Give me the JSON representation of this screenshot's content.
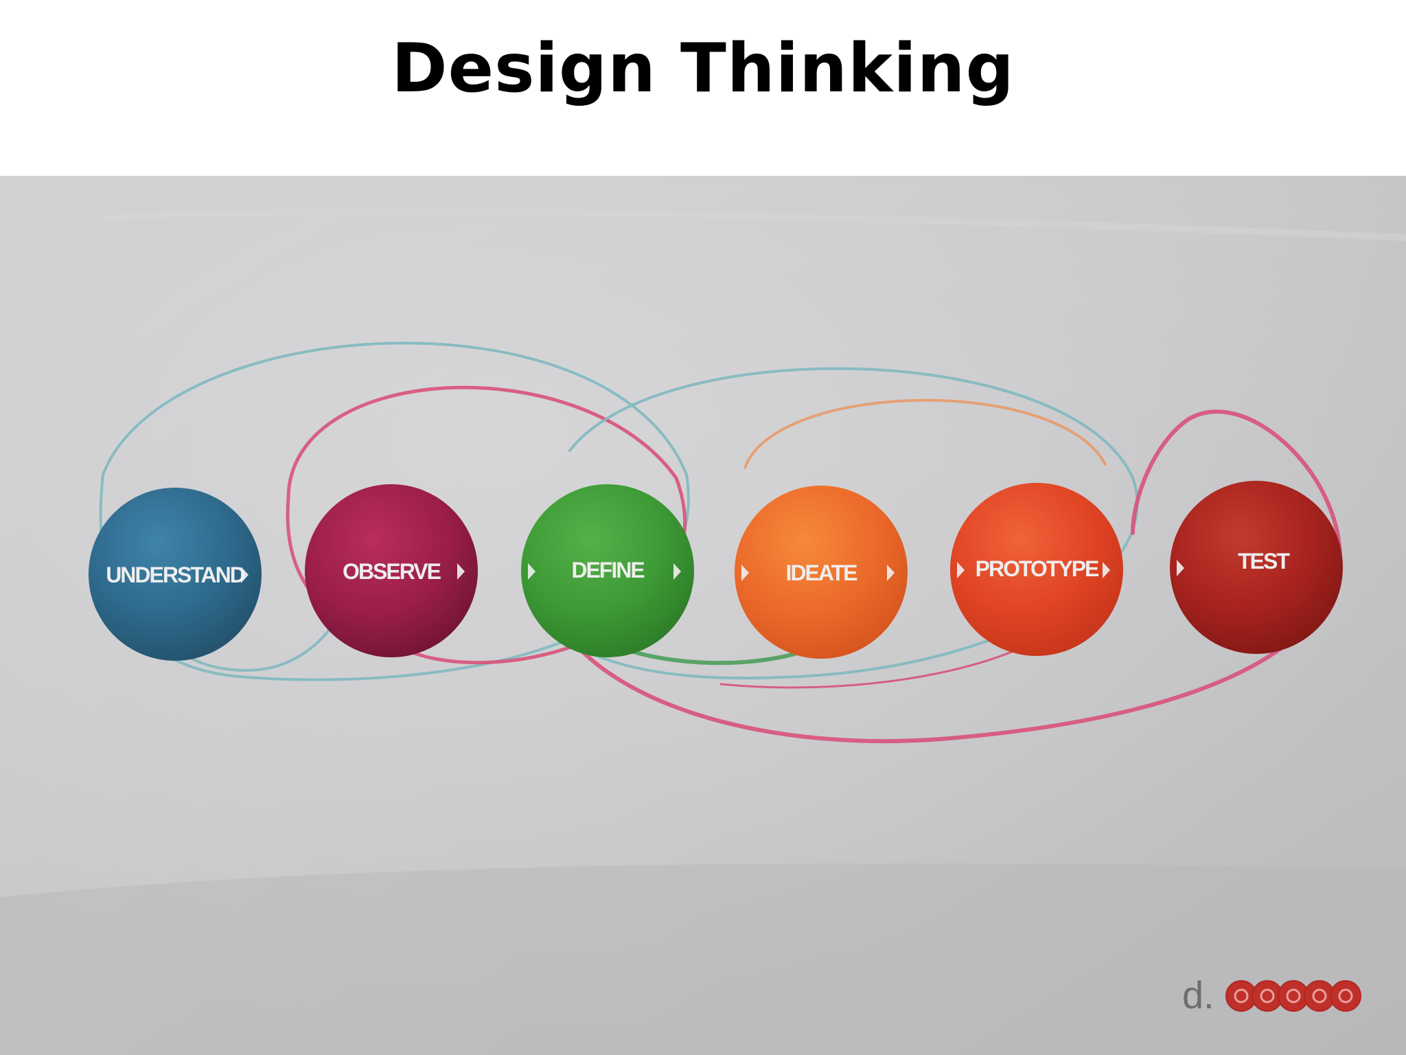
{
  "title": "Design Thinking",
  "stages": [
    {
      "label": "UNDERSTAND",
      "color": "#2e6a8c",
      "color_light": "#3f84aa",
      "color_dark": "#234f6a"
    },
    {
      "label": "OBSERVE",
      "color": "#9c1e4a",
      "color_light": "#b82d5c",
      "color_dark": "#6e1433"
    },
    {
      "label": "DEFINE",
      "color": "#3d9a35",
      "color_light": "#55b04a",
      "color_dark": "#2c7a27"
    },
    {
      "label": "IDEATE",
      "color": "#ec6a2a",
      "color_light": "#f58a3a",
      "color_dark": "#d4531e"
    },
    {
      "label": "PROTOTYPE",
      "color": "#e04524",
      "color_light": "#f0633a",
      "color_dark": "#c5341a"
    },
    {
      "label": "TEST",
      "color": "#a8231e",
      "color_light": "#c33b2f",
      "color_dark": "#7f1714"
    }
  ],
  "loop_colors": {
    "teal": "#7fb9bf",
    "pink": "#d8527a",
    "green": "#4c9f5c",
    "orange": "#e89a6a"
  },
  "brand": {
    "prefix": "d.",
    "mark_colors": [
      "#c0302a",
      "#c0302a",
      "#c0302a",
      "#c0302a",
      "#c0302a"
    ]
  },
  "background_color": "#c9c9cb"
}
